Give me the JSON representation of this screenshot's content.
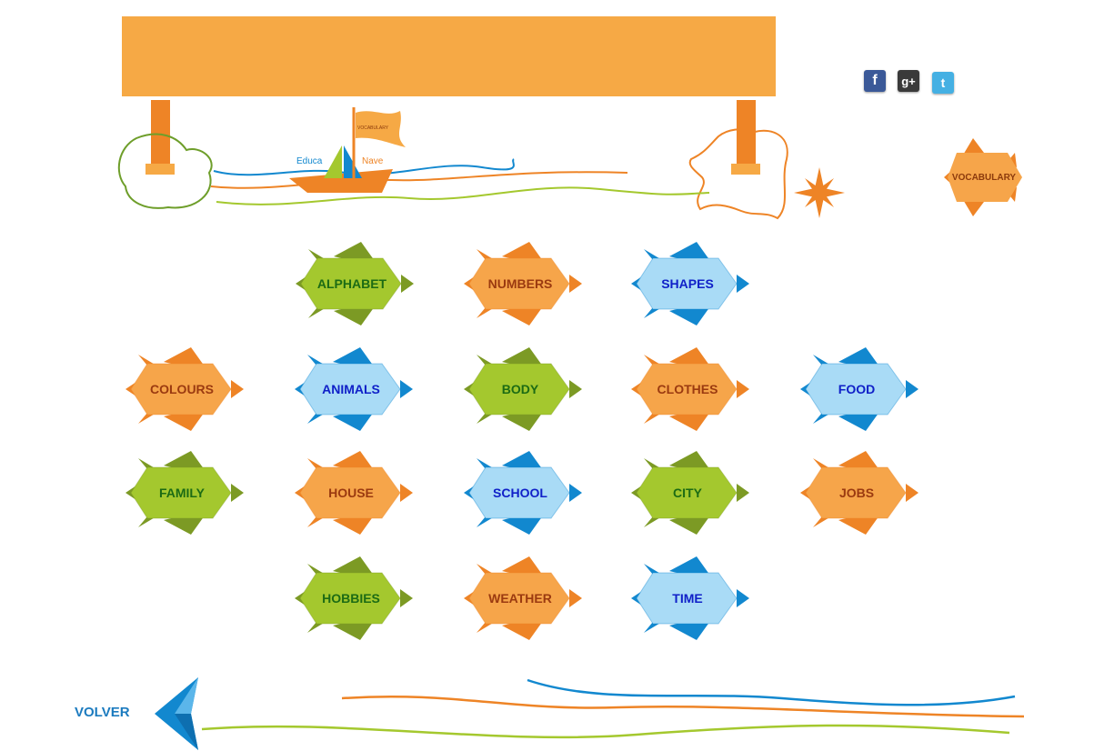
{
  "header": {
    "boat_flag_text": "VOCABULARY",
    "boat_text_left": "Educa",
    "boat_text_right": "Nave",
    "vocab_button": "VOCABULARY"
  },
  "social": {
    "facebook": "f",
    "google": "g+",
    "twitter": "t"
  },
  "topics": [
    {
      "label": "ALPHABET",
      "theme": "green"
    },
    {
      "label": "NUMBERS",
      "theme": "orange"
    },
    {
      "label": "SHAPES",
      "theme": "blue"
    },
    {
      "label": "COLOURS",
      "theme": "orange"
    },
    {
      "label": "ANIMALS",
      "theme": "blue"
    },
    {
      "label": "BODY",
      "theme": "green"
    },
    {
      "label": "CLOTHES",
      "theme": "orange"
    },
    {
      "label": "FOOD",
      "theme": "blue"
    },
    {
      "label": "FAMILY",
      "theme": "green"
    },
    {
      "label": "HOUSE",
      "theme": "orange"
    },
    {
      "label": "SCHOOL",
      "theme": "blue"
    },
    {
      "label": "CITY",
      "theme": "green"
    },
    {
      "label": "JOBS",
      "theme": "orange"
    },
    {
      "label": "HOBBIES",
      "theme": "green"
    },
    {
      "label": "WEATHER",
      "theme": "orange"
    },
    {
      "label": "TIME",
      "theme": "blue"
    }
  ],
  "footer": {
    "back_label": "VOLVER"
  },
  "colors": {
    "banner": "#f6a945",
    "orange_dark": "#ee8426",
    "orange_shell": "#f6a54a",
    "orange_text": "#9b3a10",
    "green_dark": "#7c9a24",
    "green_shell": "#a4c82e",
    "green_text": "#1c6b14",
    "blue_dark": "#1288cf",
    "blue_shell": "#a9dbf6",
    "blue_text": "#1020c8"
  }
}
